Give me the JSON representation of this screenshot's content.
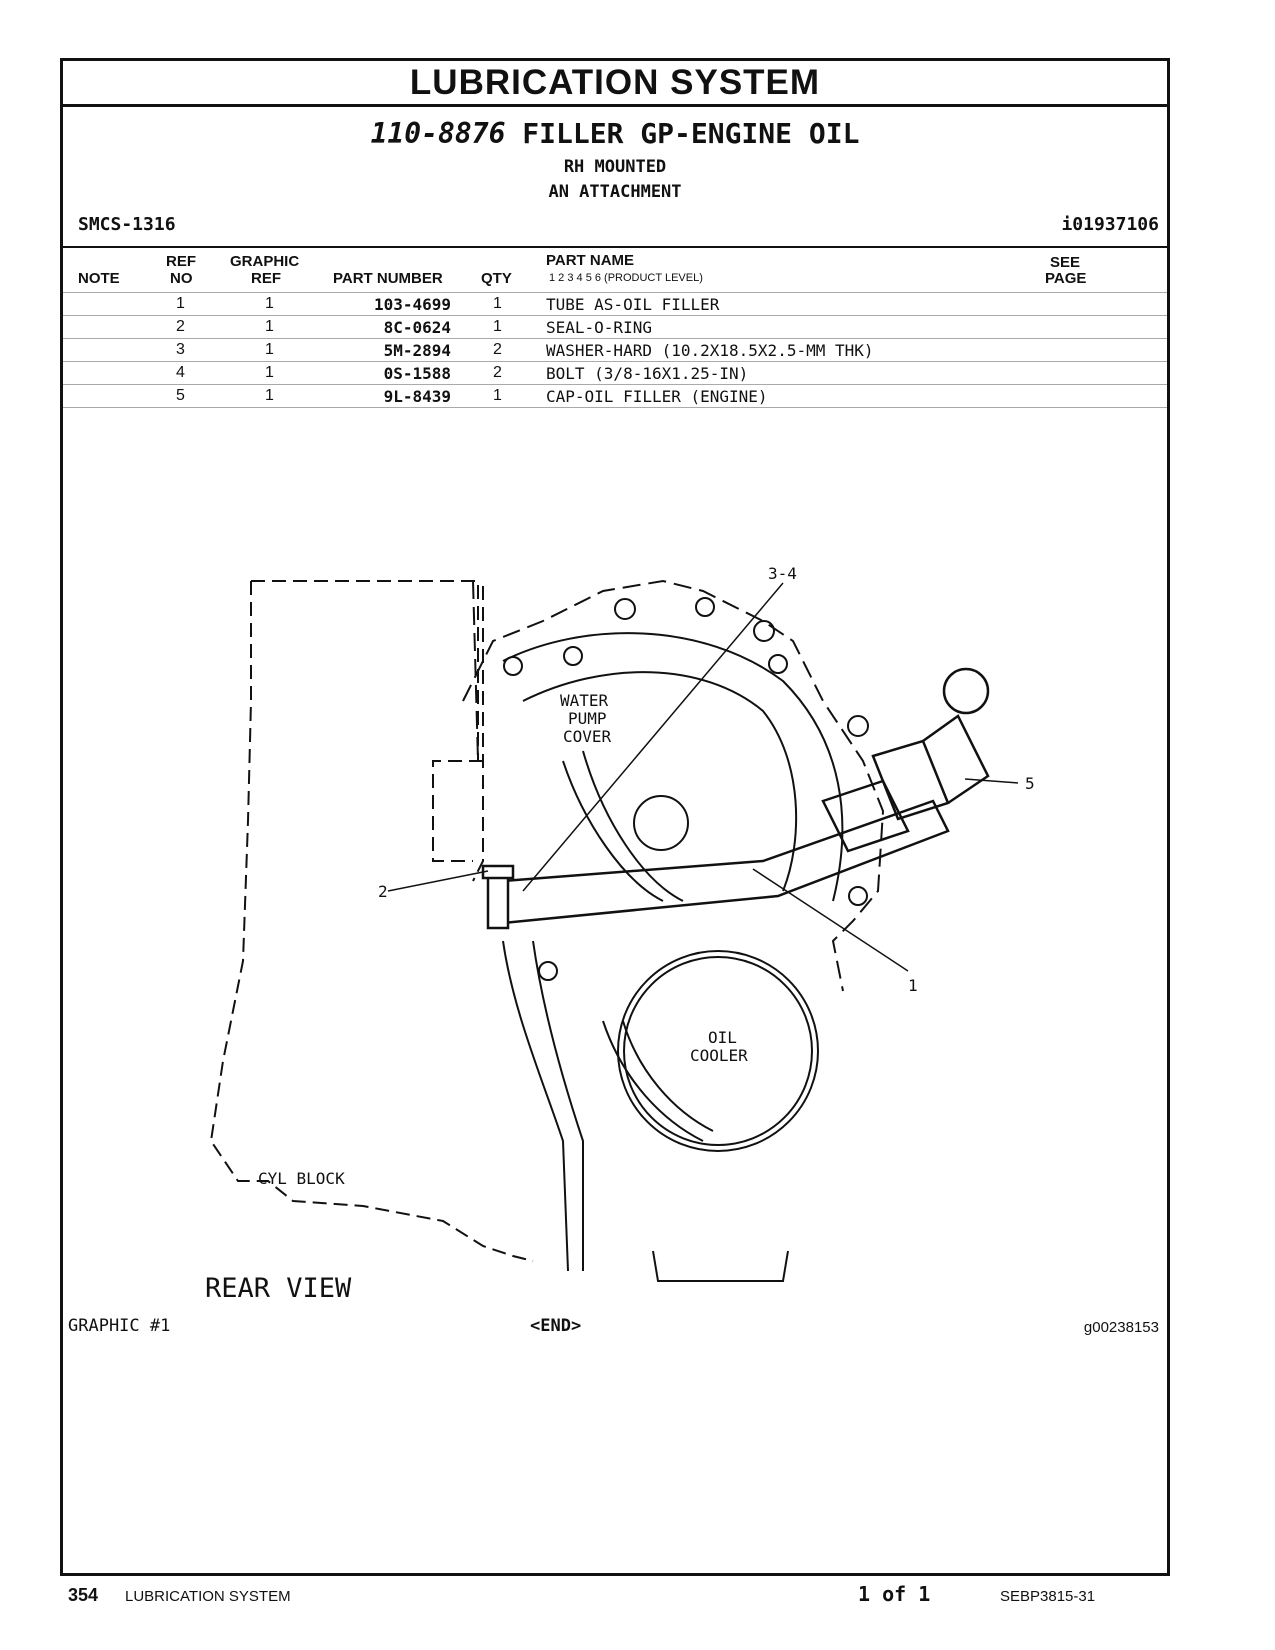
{
  "banner": "LUBRICATION  SYSTEM",
  "header": {
    "part_no": "110-8876",
    "part_title": "FILLER GP-ENGINE OIL",
    "line1": "RH MOUNTED",
    "line2": "AN ATTACHMENT",
    "smcs": "SMCS-1316",
    "illus_id": "i01937106"
  },
  "columns": {
    "note": "NOTE",
    "ref_top": "REF",
    "ref_bot": "NO",
    "graphic_top": "GRAPHIC",
    "graphic_bot": "REF",
    "part_number": "PART NUMBER",
    "qty": "QTY",
    "part_name": "PART NAME",
    "product_level": "1   2   3   4   5   6  (PRODUCT LEVEL)",
    "see_top": "SEE",
    "see_bot": "PAGE"
  },
  "parts": [
    {
      "ref": "1",
      "graphic": "1",
      "part_number": "103-4699",
      "qty": "1",
      "name": "TUBE AS-OIL FILLER"
    },
    {
      "ref": "2",
      "graphic": "1",
      "part_number": "8C-0624",
      "qty": "1",
      "name": "SEAL-O-RING"
    },
    {
      "ref": "3",
      "graphic": "1",
      "part_number": "5M-2894",
      "qty": "2",
      "name": "WASHER-HARD (10.2X18.5X2.5-MM THK)"
    },
    {
      "ref": "4",
      "graphic": "1",
      "part_number": "0S-1588",
      "qty": "2",
      "name": "BOLT (3/8-16X1.25-IN)"
    },
    {
      "ref": "5",
      "graphic": "1",
      "part_number": "9L-8439",
      "qty": "1",
      "name": "CAP-OIL FILLER (ENGINE)"
    }
  ],
  "drawing": {
    "callout_34": "3-4",
    "callout_5": "5",
    "callout_2": "2",
    "callout_1": "1",
    "water_1": "WATER",
    "water_2": "PUMP",
    "water_3": "COVER",
    "oil_1": "OIL",
    "oil_2": "COOLER",
    "cyl": "CYL BLOCK",
    "view": "REAR  VIEW"
  },
  "footer": {
    "graphic_no": "GRAPHIC #1",
    "end": "<END>",
    "graphic_id": "g00238153"
  },
  "page_footer": {
    "page": "354",
    "section": "LUBRICATION SYSTEM",
    "of": "1 of 1",
    "doc": "SEBP3815-31"
  }
}
